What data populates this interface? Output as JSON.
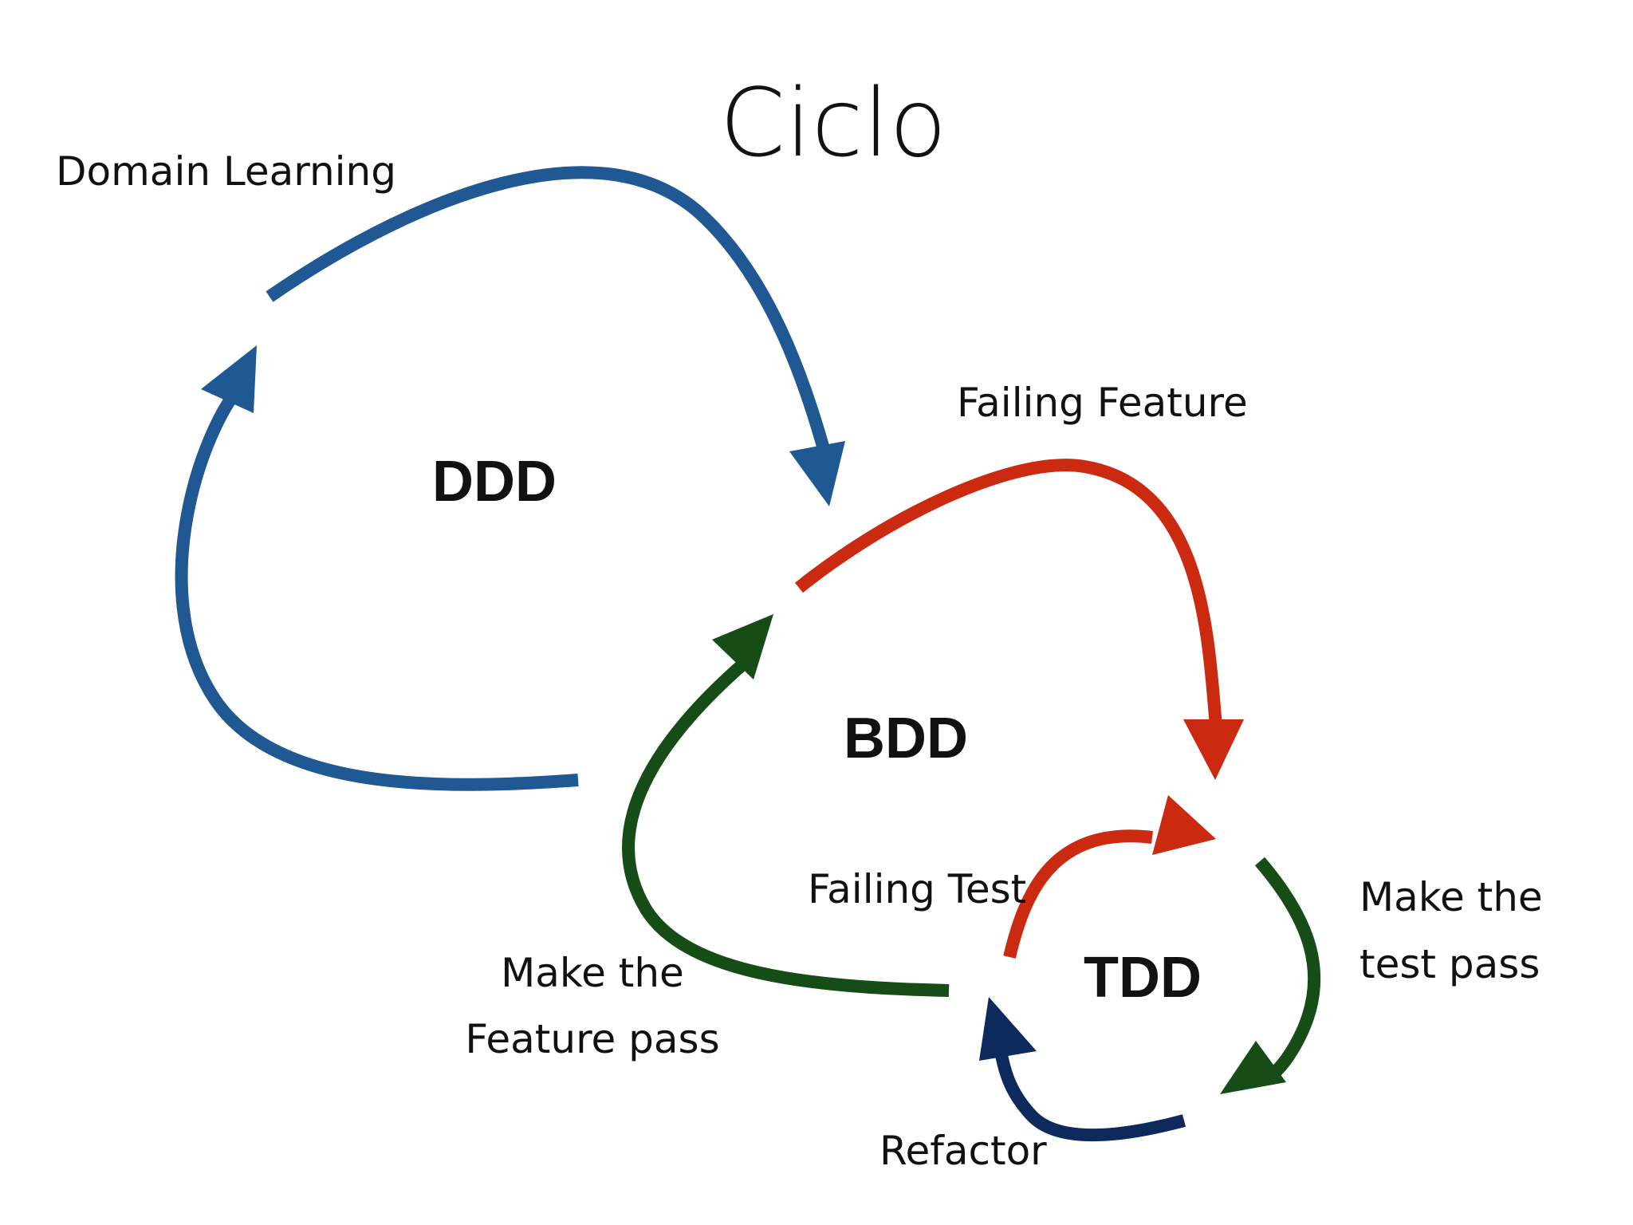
{
  "title": "Ciclo",
  "colors": {
    "ddd": "#1f5892",
    "bdd_red": "#cc2a10",
    "bdd_green": "#164d17",
    "tdd_red": "#cc2a10",
    "tdd_green": "#164d17",
    "tdd_navy": "#0e2a5c"
  },
  "cycles": {
    "ddd": {
      "label": "DDD"
    },
    "bdd": {
      "label": "BDD"
    },
    "tdd": {
      "label": "TDD"
    }
  },
  "steps": {
    "domain_learning": "Domain Learning",
    "failing_feature": "Failing Feature",
    "make_feature_pass_line1": "Make the",
    "make_feature_pass_line2": "Feature pass",
    "failing_test": "Failing Test",
    "make_test_pass_line1": "Make the",
    "make_test_pass_line2": "test pass",
    "refactor": "Refactor"
  }
}
